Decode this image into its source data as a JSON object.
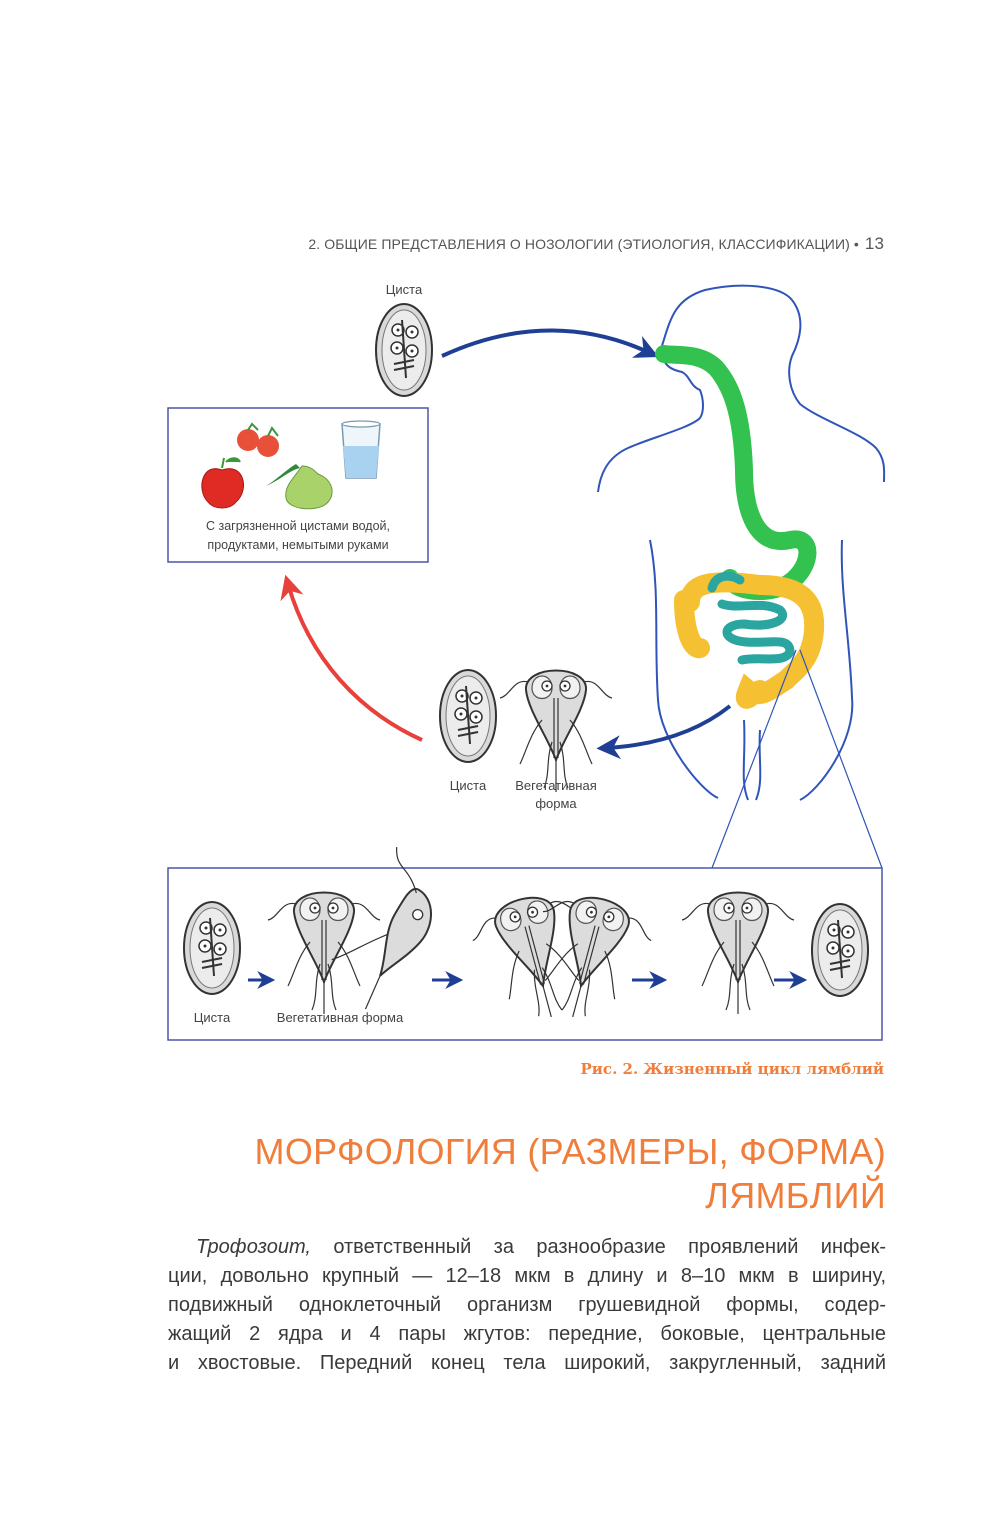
{
  "running_head": {
    "title": "2. ОБЩИЕ ПРЕДСТАВЛЕНИЯ О НОЗОЛОГИИ (ЭТИОЛОГИЯ, КЛАССИФИКАЦИИ)",
    "separator": "•",
    "page_number": "13"
  },
  "figure": {
    "top_cyst_label": "Циста",
    "box_caption_line1": "С загрязненной цистами водой,",
    "box_caption_line2": "продуктами, немытыми руками",
    "middle_cyst_label": "Циста",
    "middle_vegetative_line1": "Вегетативная",
    "middle_vegetative_line2": "форма",
    "strip_cyst_label": "Циста",
    "strip_vegetative_label": "Вегетативная форма",
    "colors": {
      "blue_arrow": "#1f3f94",
      "red_arrow": "#e8403a",
      "body_outline": "#2f55b8",
      "digestive_green": "#33c24f",
      "colon_yellow": "#f5c132",
      "small_intestine_teal": "#2aa5a0",
      "box_border": "#4a55a8"
    }
  },
  "caption": "Рис. 2. Жизненный цикл лямблий",
  "heading": {
    "line1": "МОРФОЛОГИЯ (РАЗМЕРЫ, ФОРМА)",
    "line2": "ЛЯМБЛИЙ"
  },
  "body": {
    "italic_word": "Трофозоит,",
    "line1_rest": " ответственный за разнообразие проявлений инфек-",
    "line2": "ции, довольно крупный — 12–18 мкм в длину и 8–10 мкм в ширину,",
    "line3": "подвижный одноклеточный организм грушевидной формы, содер-",
    "line4": "жащий 2 ядра и 4 пары жгутов: передние, боковые, центральные",
    "line5": "и хвостовые. Передний конец тела широкий, закругленный, задний"
  }
}
